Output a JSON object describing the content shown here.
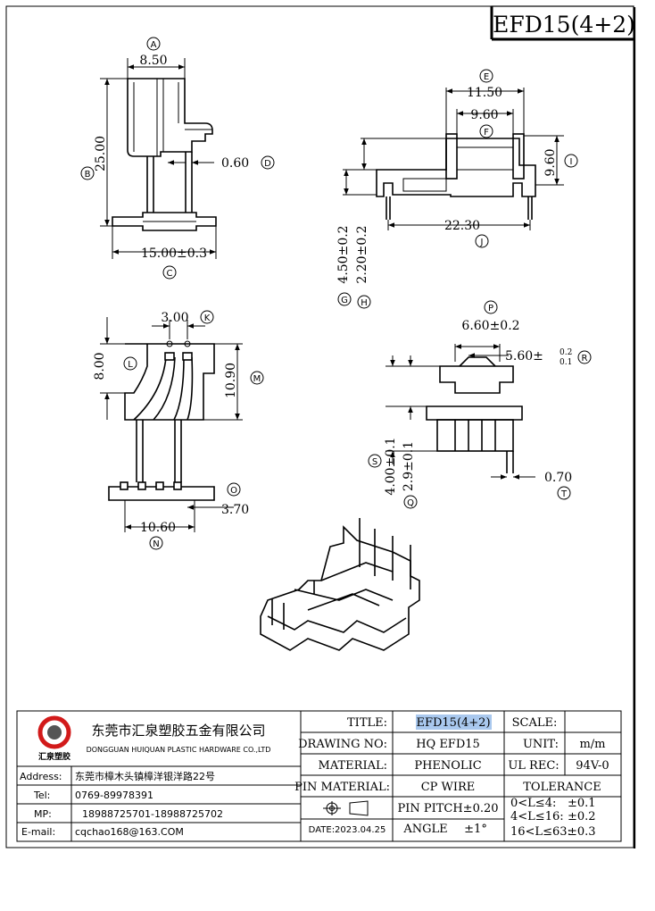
{
  "header": {
    "part_title": "EFD15(4+2)"
  },
  "dimensions": {
    "A": {
      "letter": "A",
      "value": "8.50"
    },
    "B": {
      "letter": "B",
      "value": "25.00"
    },
    "C": {
      "letter": "C",
      "value": "15.00±0.3"
    },
    "D": {
      "letter": "D",
      "value": "0.60"
    },
    "E": {
      "letter": "E",
      "value": "11.50"
    },
    "F": {
      "letter": "F",
      "value": "9.60"
    },
    "G": {
      "letter": "G",
      "value": "4.50±0.2"
    },
    "H": {
      "letter": "H",
      "value": "2.20±0.2"
    },
    "I": {
      "letter": "I",
      "value": "9.60"
    },
    "J": {
      "letter": "J",
      "value": "22.30"
    },
    "K": {
      "letter": "K",
      "value": "3.00"
    },
    "L": {
      "letter": "L",
      "value": "8.00"
    },
    "M": {
      "letter": "M",
      "value": "10.90"
    },
    "N": {
      "letter": "N",
      "value": "10.60"
    },
    "O": {
      "letter": "O",
      "value": "3.70"
    },
    "P": {
      "letter": "P",
      "value": "6.60±0.2"
    },
    "R": {
      "letter": "R",
      "value": "5.60±",
      "tol_upper": "0.2",
      "tol_lower": "0.1"
    },
    "S": {
      "letter": "S",
      "value": "4.00±0.1"
    },
    "Q": {
      "letter": "Q",
      "value": "2.9±0.1"
    },
    "T": {
      "letter": "T",
      "value": "0.70"
    }
  },
  "title_block": {
    "company_cn": "东莞市汇泉塑胶五金有限公司",
    "company_en": "DONGGUAN HUIQUAN PLASTIC HARDWARE CO.,LTD",
    "logo_text": "汇泉塑胶",
    "address_label": "Address:",
    "address_value": "东莞市樟木头镇樟洋银洋路22号",
    "tel_label": "Tel:",
    "tel_value": "0769-89978391",
    "mp_label": "MP:",
    "mp_value": "18988725701-18988725702",
    "email_label": "E-mail:",
    "email_value": "cqchao168@163.COM",
    "title_label": "TITLE:",
    "title_value": "EFD15(4+2)",
    "scale_label": "SCALE:",
    "drawing_no_label": "DRAWING NO:",
    "drawing_no_value": "HQ EFD15",
    "unit_label": "UNIT:",
    "unit_value": "m/m",
    "material_label": "MATERIAL:",
    "material_value": "PHENOLIC",
    "ul_rec_label": "UL REC:",
    "ul_rec_value": "94V-0",
    "pin_material_label": "PIN MATERIAL:",
    "pin_material_value": "CP WIRE",
    "tolerance_label": "TOLERANCE",
    "pin_pitch": "PIN PITCH±0.20",
    "angle_label": "ANGLE",
    "angle_value": "±1°",
    "date": "DATE:2023.04.25",
    "tol_1": "0<L≤4:",
    "tol_1_value": "±0.1",
    "tol_2": "4<L≤16:",
    "tol_2_value": "±0.2",
    "tol_3": "16<L≤63:",
    "tol_3_value": "±0.3"
  },
  "colors": {
    "title_highlight": "#a9c8ee",
    "logo_red": "#d21a1a"
  }
}
